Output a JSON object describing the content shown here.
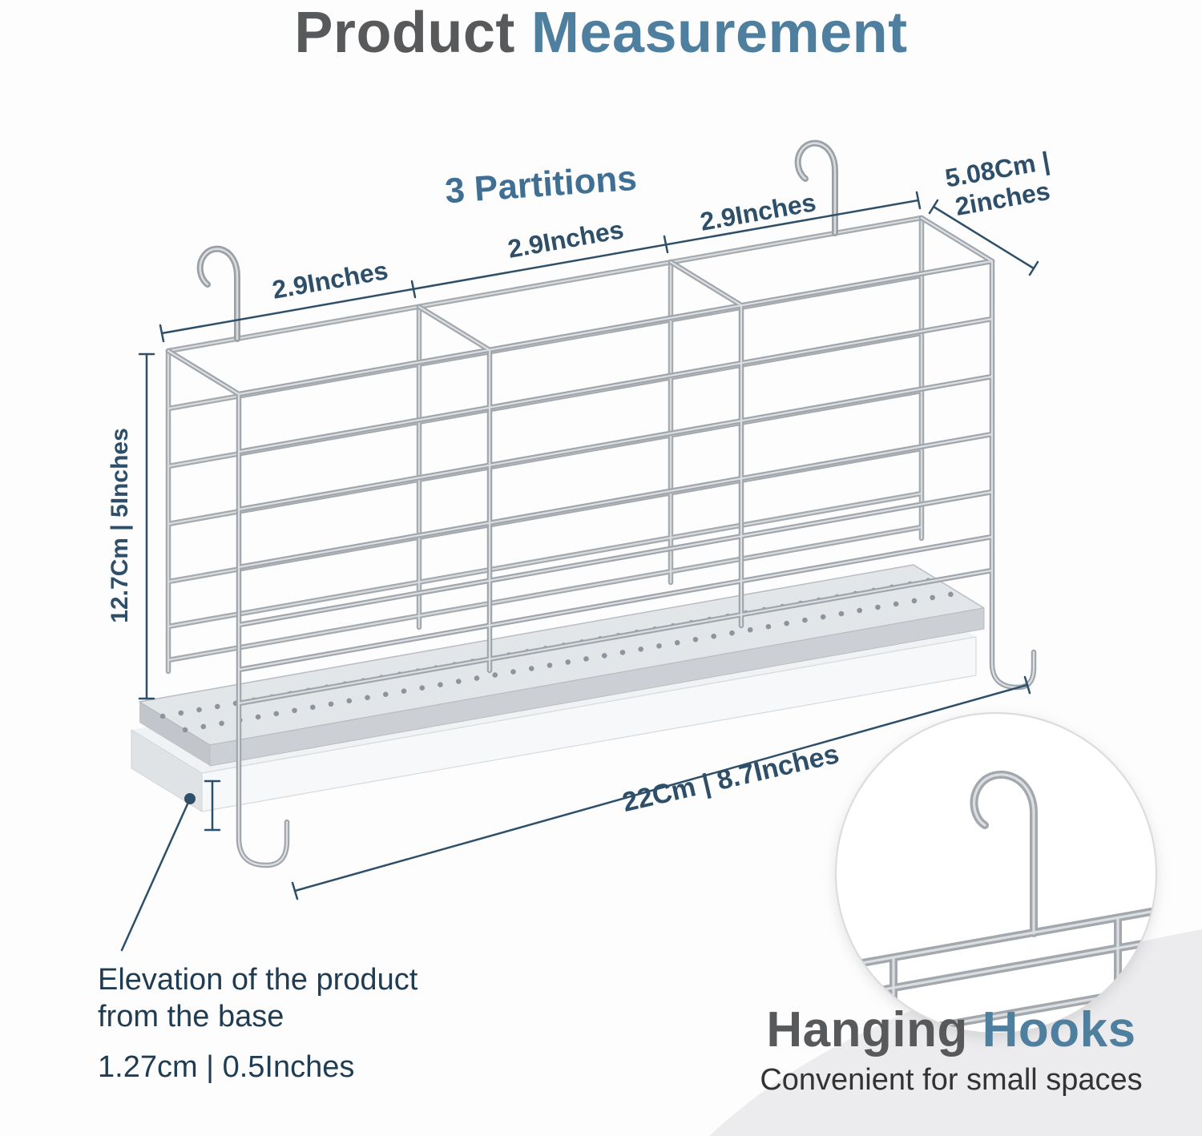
{
  "title": {
    "word1": "Product",
    "word2": "Measurement"
  },
  "partitions_label": "3 Partitions",
  "dimensions": {
    "partition1": "2.9Inches",
    "partition2": "2.9Inches",
    "partition3": "2.9Inches",
    "depth_line1": "5.08Cm |",
    "depth_line2": "2inches",
    "height": "12.7Cm | 5Inches",
    "length": "22Cm | 8.7Inches"
  },
  "elevation": {
    "line1": "Elevation of the product",
    "line2": "from the base",
    "value": "1.27cm | 0.5Inches"
  },
  "hanging_hooks": {
    "word1": "Hanging",
    "word2": "Hooks",
    "subtitle": "Convenient for small spaces"
  },
  "colors": {
    "title_gray": "#58595b",
    "steel_blue": "#4e7f9f",
    "partition_blue": "#3f6f92",
    "dimension_blue": "#2e4f69",
    "dark_text": "#1f3c52",
    "wire_silver": "#a9aeb3",
    "swoosh_gray": "#ececee"
  }
}
